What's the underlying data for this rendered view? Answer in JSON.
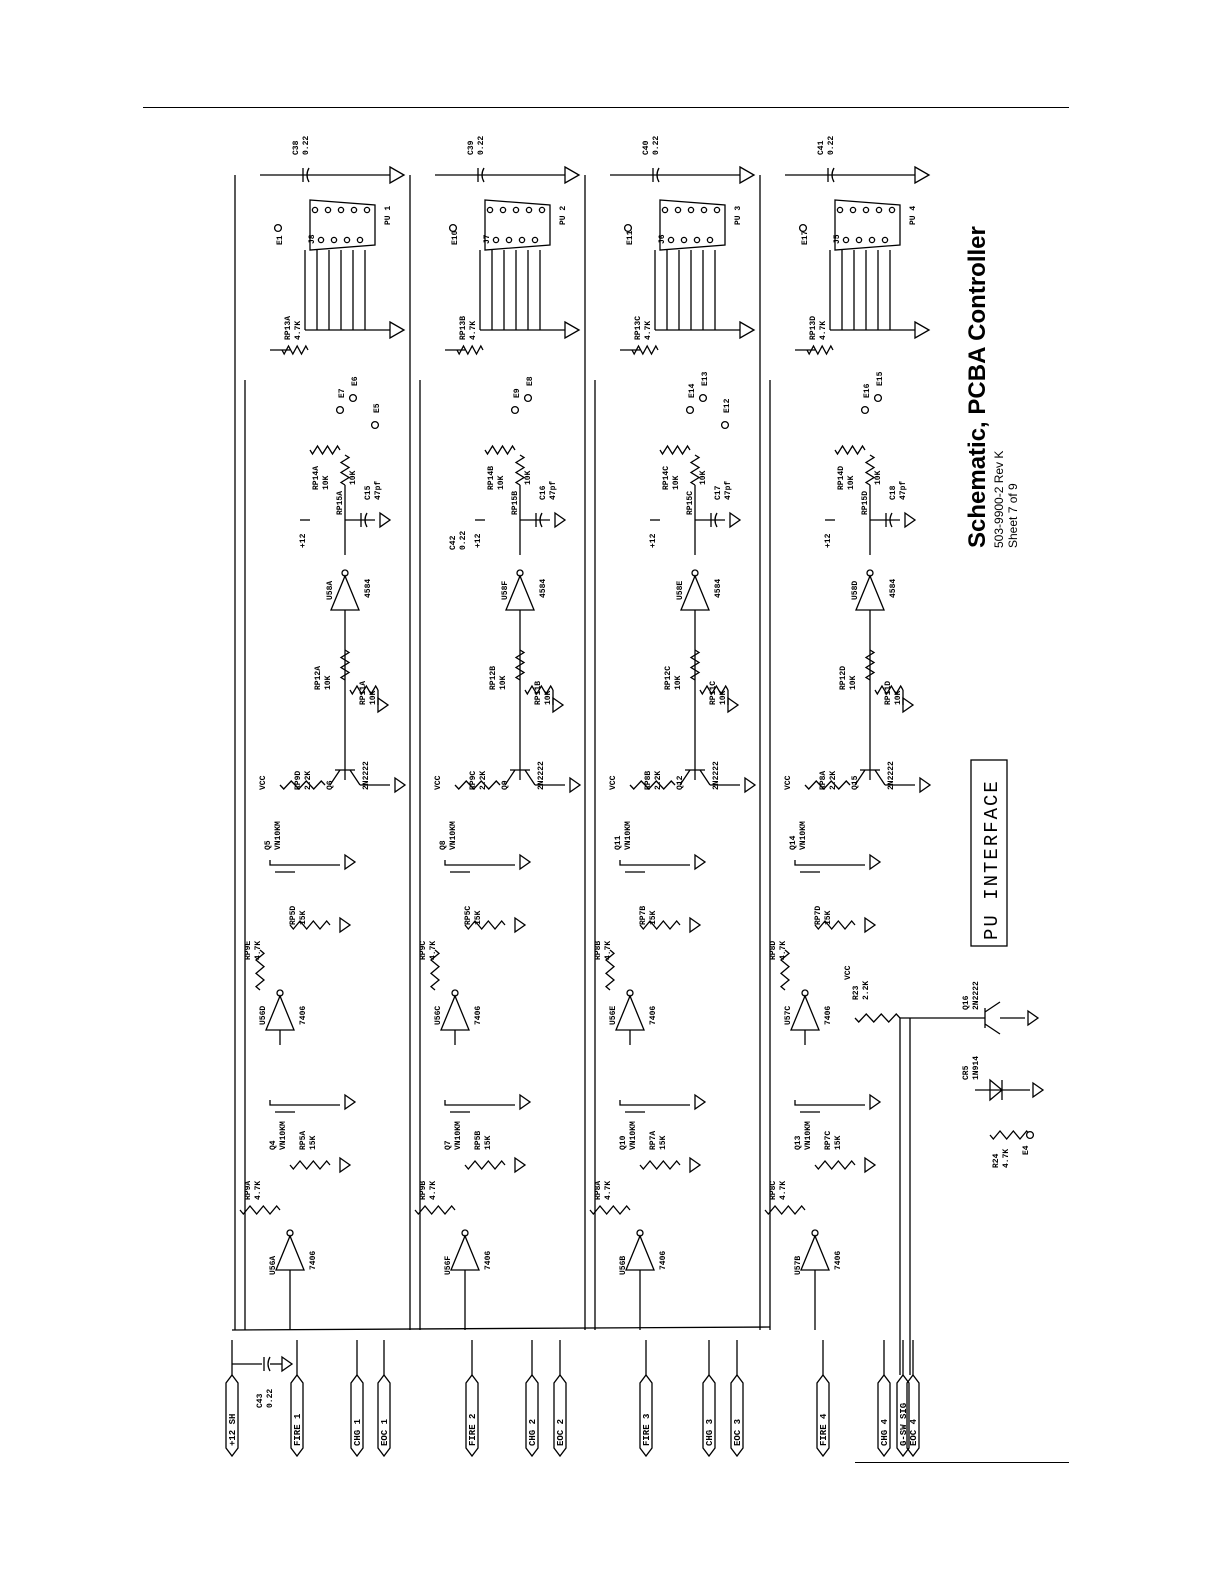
{
  "title_block": {
    "title": "Schematic, PCBA Controller",
    "part_number": "503-9900-2  Rev K",
    "sheet": "Sheet 7 of 9"
  },
  "interface_label": "PU INTERFACE",
  "left_ports": [
    "+12 SH",
    "FIRE 1",
    "CHG 1",
    "EOC 1",
    "FIRE 2",
    "CHG 2",
    "EOC 2",
    "FIRE 3",
    "CHG 3",
    "EOC 3",
    "FIRE 4",
    "CHG 4",
    "G-SW SIG",
    "EOC 4"
  ],
  "misc_components": {
    "c43": "C43",
    "c43_val": "0.22",
    "q16": "Q16",
    "q16_type": "2N2222",
    "cr5": "CR5",
    "cr5_type": "1N914",
    "r23": "R23",
    "r23_val": "2.2K",
    "r24": "R24",
    "r24_val": "4.7K",
    "e4": "E4",
    "vcc": "VCC"
  },
  "channels": [
    {
      "connector": "J8",
      "pu": "PU 1",
      "cap_top": "C38",
      "cap_top_val": "0.22",
      "e_a": "E1",
      "e_b": "E7",
      "e_c": "E6",
      "e_d": "E5",
      "rp13": "RP13A",
      "rp13_val": "4.7K",
      "rp14": "RP14A",
      "rp14_val": "10K",
      "rp15": "RP15A",
      "rp15_val": "10K",
      "cap_mid": "C15",
      "cap_mid_val": "47pf",
      "u58": "U58A",
      "u58_type": "4584",
      "rp12": "RP12A",
      "rp12_val": "10K",
      "rp11": "RP11A",
      "rp11_val": "10K",
      "q_npn": "Q6",
      "q_npn_type": "2N2222",
      "rp_b": "RP9D",
      "rp_b_val": "2.2K",
      "q_fet2": "Q5",
      "q_fet2_type": "VN10KM",
      "rp_d": "RP5D",
      "rp_d_val": "15K",
      "rp_e": "RP9E",
      "rp_e_val": "4.7K",
      "u_mid": "U56D",
      "u_mid_type": "7406",
      "q_fet1": "Q4",
      "q_fet1_type": "VN10KM",
      "rp_f": "RP5A",
      "rp_f_val": "15K",
      "rp_g": "RP9A",
      "rp_g_val": "4.7K",
      "u_in": "U56A",
      "u_in_type": "7406",
      "plus12": "+12"
    },
    {
      "connector": "J7",
      "pu": "PU 2",
      "cap_top": "C39",
      "cap_top_val": "0.22",
      "e_a": "E10",
      "e_b": "E9",
      "e_c": "E8",
      "e_d": "",
      "rp13": "RP13B",
      "rp13_val": "4.7K",
      "rp14": "RP14B",
      "rp14_val": "10K",
      "rp15": "RP15B",
      "rp15_val": "10K",
      "cap_mid": "C16",
      "cap_mid_val": "47pf",
      "u58": "U58F",
      "u58_type": "4584",
      "rp12": "RP12B",
      "rp12_val": "10K",
      "rp11": "RP11B",
      "rp11_val": "10K",
      "q_npn": "Q9",
      "q_npn_type": "2N2222",
      "rp_b": "RP9C",
      "rp_b_val": "2.2K",
      "q_fet2": "Q8",
      "q_fet2_type": "VN10KM",
      "rp_d": "RP5C",
      "rp_d_val": "15K",
      "rp_e": "RP9C",
      "rp_e_val": "4.7K",
      "u_mid": "U56C",
      "u_mid_type": "7406",
      "q_fet1": "Q7",
      "q_fet1_type": "VN10KM",
      "rp_f": "RP5B",
      "rp_f_val": "15K",
      "rp_g": "RP9B",
      "rp_g_val": "4.7K",
      "u_in": "U56F",
      "u_in_type": "7406",
      "plus12": "+12",
      "cap_extra": "C42",
      "cap_extra_val": "0.22"
    },
    {
      "connector": "J6",
      "pu": "PU 3",
      "cap_top": "C40",
      "cap_top_val": "0.22",
      "e_a": "E11",
      "e_b": "E14",
      "e_c": "E13",
      "e_d": "E12",
      "rp13": "RP13C",
      "rp13_val": "4.7K",
      "rp14": "RP14C",
      "rp14_val": "10K",
      "rp15": "RP15C",
      "rp15_val": "10K",
      "cap_mid": "C17",
      "cap_mid_val": "47pf",
      "u58": "U58E",
      "u58_type": "4584",
      "rp12": "RP12C",
      "rp12_val": "10K",
      "rp11": "RP11C",
      "rp11_val": "10K",
      "q_npn": "Q12",
      "q_npn_type": "2N2222",
      "rp_b": "RP8B",
      "rp_b_val": "2.2K",
      "q_fet2": "Q11",
      "q_fet2_type": "VN10KM",
      "rp_d": "RP7B",
      "rp_d_val": "15K",
      "rp_e": "RP8B",
      "rp_e_val": "4.7K",
      "u_mid": "U56E",
      "u_mid_type": "7406",
      "q_fet1": "Q10",
      "q_fet1_type": "VN10KM",
      "rp_f": "RP7A",
      "rp_f_val": "15K",
      "rp_g": "RP8A",
      "rp_g_val": "4.7K",
      "u_in": "U56B",
      "u_in_type": "7406",
      "plus12": "+12"
    },
    {
      "connector": "J5",
      "pu": "PU 4",
      "cap_top": "C41",
      "cap_top_val": "0.22",
      "e_a": "E17",
      "e_b": "E16",
      "e_c": "E15",
      "e_d": "",
      "rp13": "RP13D",
      "rp13_val": "4.7K",
      "rp14": "RP14D",
      "rp14_val": "10K",
      "rp15": "RP15D",
      "rp15_val": "10K",
      "cap_mid": "C18",
      "cap_mid_val": "47pf",
      "u58": "U58D",
      "u58_type": "4584",
      "rp12": "RP12D",
      "rp12_val": "10K",
      "rp11": "RP11D",
      "rp11_val": "10K",
      "q_npn": "Q15",
      "q_npn_type": "2N2222",
      "rp_b": "RP8A",
      "rp_b_val": "2.2K",
      "q_fet2": "Q14",
      "q_fet2_type": "VN10KM",
      "rp_d": "RP7D",
      "rp_d_val": "15K",
      "rp_e": "RP8D",
      "rp_e_val": "4.7K",
      "u_mid": "U57C",
      "u_mid_type": "7406",
      "q_fet1": "Q13",
      "q_fet1_type": "VN10KM",
      "rp_f": "RP7C",
      "rp_f_val": "15K",
      "rp_g": "RP8C",
      "rp_g_val": "4.7K",
      "u_in": "U57B",
      "u_in_type": "7406",
      "plus12": "+12"
    }
  ]
}
